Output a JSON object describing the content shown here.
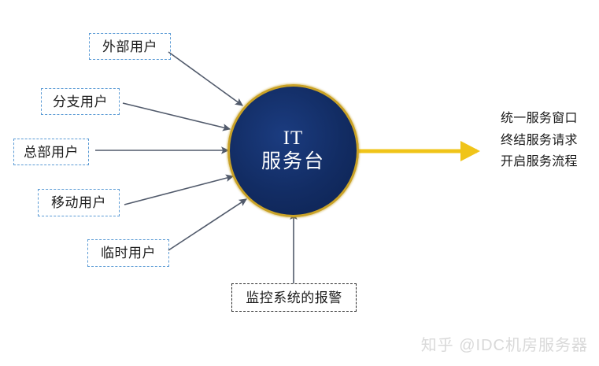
{
  "diagram": {
    "hub": {
      "line1": "IT",
      "line2": "服务台",
      "fill_color": "#122c63",
      "border_color": "#c9a227",
      "text_color": "#ffffff"
    },
    "input_labels": [
      {
        "text": "外部用户",
        "border_color": "#5b9bd5"
      },
      {
        "text": "分支用户",
        "border_color": "#5b9bd5"
      },
      {
        "text": "总部用户",
        "border_color": "#5b9bd5"
      },
      {
        "text": "移动用户",
        "border_color": "#5b9bd5"
      },
      {
        "text": "临时用户",
        "border_color": "#5b9bd5"
      }
    ],
    "alert_source": {
      "text": "监控系统的报警",
      "border_color": "#2b2b2b"
    },
    "outcomes": [
      {
        "text": "统一服务窗口"
      },
      {
        "text": "终结服务请求"
      },
      {
        "text": "开启服务流程"
      }
    ],
    "arrow_colors": {
      "input": "#515a6b",
      "output": "#f0c419"
    }
  },
  "watermark": {
    "text": "知乎 @IDC机房服务器"
  }
}
